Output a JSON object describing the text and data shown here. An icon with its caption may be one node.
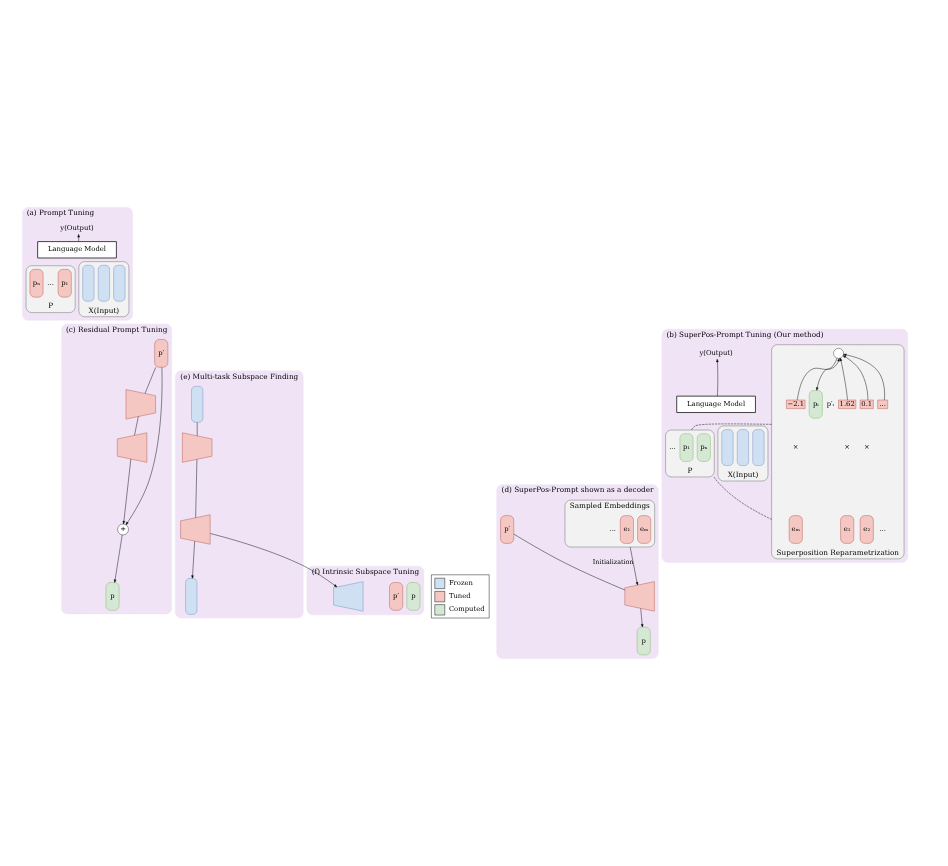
{
  "diagram": {
    "nodes": [
      {
        "text": [
          "(a) Prompt Tuning"
        ]
      },
      {
        "text": [
          "y(Output)"
        ],
        "in": 0
      },
      {
        "text": [
          "Language Model"
        ],
        "in": 0
      },
      {
        "text": [
          "P"
        ],
        "in": 0
      },
      {
        "text": [
          "p₁"
        ],
        "in": 3
      },
      {
        "text": [
          "pₙ"
        ],
        "in": 3
      },
      {
        "text": [
          "X(Input)"
        ],
        "in": 0
      },
      {
        "text": [],
        "shape": "bar",
        "in": 6
      },
      {
        "text": [],
        "shape": "bar",
        "in": 6
      },
      {
        "text": [],
        "shape": "bar",
        "in": 6
      },
      {
        "text": [
          "(b) SuperPos-Prompt Tuning (Our method)"
        ]
      },
      {
        "text": [
          "Superposition Reparametrization"
        ],
        "in": 10
      },
      {
        "text": [],
        "shape": "circle",
        "in": 11
      },
      {
        "text": [
          "1.62"
        ],
        "in": 11
      },
      {
        "text": [
          "0.1"
        ],
        "in": 11
      },
      {
        "text": [
          "..."
        ],
        "in": 11
      },
      {
        "text": [
          "−2.1"
        ],
        "in": 11
      },
      {
        "text": [
          "e₁"
        ],
        "in": 11
      },
      {
        "text": [
          "e₂"
        ],
        "in": 11
      },
      {
        "text": [
          "eₘ"
        ],
        "in": 11
      },
      {
        "text": [
          "pᵢ"
        ],
        "in": 11
      },
      {
        "text": [
          "y(Output)"
        ],
        "in": 10
      },
      {
        "text": [
          "Language Model"
        ],
        "in": 10
      },
      {
        "text": [
          "P"
        ],
        "in": 10
      },
      {
        "text": [
          "p₁"
        ],
        "in": 23
      },
      {
        "text": [
          "pₙ"
        ],
        "in": 23
      },
      {
        "text": [
          "X(Input)"
        ],
        "in": 10
      },
      {
        "text": [],
        "shape": "bar",
        "in": 26
      },
      {
        "text": [],
        "shape": "bar",
        "in": 26
      },
      {
        "text": [],
        "shape": "bar",
        "in": 26
      },
      {
        "text": [
          "(c) Residual Prompt Tuning"
        ]
      },
      {
        "text": [
          "p′"
        ],
        "in": 30
      },
      {
        "text": [],
        "shape": "trapezoid",
        "in": 30
      },
      {
        "text": [],
        "shape": "trapezoid",
        "in": 30
      },
      {
        "text": [
          "+"
        ],
        "in": 30
      },
      {
        "text": [
          "p"
        ],
        "in": 30
      },
      {
        "text": [
          "(d) SuperPos-Prompt shown as a decoder"
        ]
      },
      {
        "text": [
          "p′"
        ],
        "in": 36
      },
      {
        "text": [],
        "shape": "trapezoid",
        "in": 36
      },
      {
        "text": [
          "p"
        ],
        "in": 36
      },
      {
        "text": [
          "Sampled Embeddings"
        ],
        "in": 36
      },
      {
        "text": [
          "e₁"
        ],
        "in": 40
      },
      {
        "text": [
          "eₘ"
        ],
        "in": 40
      },
      {
        "text": [
          "(e) Multi-task Subspace Finding"
        ]
      },
      {
        "text": [],
        "shape": "bar",
        "in": 43
      },
      {
        "text": [],
        "shape": "trapezoid",
        "in": 43
      },
      {
        "text": [],
        "shape": "trapezoid",
        "in": 43
      },
      {
        "text": [],
        "shape": "bar",
        "in": 43
      },
      {
        "text": [
          "(f) Intrinsic Subspace Tuning"
        ]
      },
      {
        "text": [
          "p′"
        ],
        "in": 48
      },
      {
        "text": [],
        "shape": "trapezoid",
        "in": 48
      },
      {
        "text": [
          "p"
        ],
        "in": 48
      }
    ],
    "edges": [
      {
        "from": 2,
        "to": 1,
        "arrow": "to"
      },
      {
        "from": 13,
        "to": 12,
        "arrow": "to"
      },
      {
        "from": 14,
        "to": 12,
        "arrow": "to"
      },
      {
        "from": 15,
        "to": 12,
        "arrow": "to"
      },
      {
        "from": 16,
        "to": 12,
        "arrow": "to"
      },
      {
        "from": 12,
        "to": 20,
        "arrow": "to"
      },
      {
        "from": 22,
        "to": 21,
        "arrow": "to"
      },
      {
        "from": 11,
        "to": 23,
        "arrow": "none",
        "style": "dashed"
      },
      {
        "from": 11,
        "to": 23,
        "arrow": "none",
        "style": "dashed"
      },
      {
        "from": 31,
        "to": 32,
        "arrow": "none"
      },
      {
        "from": 32,
        "to": 33,
        "arrow": "none"
      },
      {
        "from": 33,
        "to": 34,
        "arrow": "to"
      },
      {
        "from": 34,
        "to": 35,
        "arrow": "to"
      },
      {
        "from": 31,
        "to": 34,
        "arrow": "to"
      },
      {
        "from": 37,
        "to": 38,
        "arrow": "none"
      },
      {
        "from": 38,
        "to": 39,
        "arrow": "to"
      },
      {
        "from": 40,
        "to": 38,
        "arrow": "to",
        "label": "Initialization"
      },
      {
        "from": 44,
        "to": 45,
        "arrow": "none"
      },
      {
        "from": 45,
        "to": 46,
        "arrow": "none"
      },
      {
        "from": 46,
        "to": 47,
        "arrow": "to"
      },
      {
        "from": 46,
        "to": 50,
        "arrow": "to"
      }
    ],
    "labels": [
      "...",
      "p′ᵢ",
      "×",
      "×",
      "×",
      "...",
      "...",
      "..."
    ],
    "legend": [
      {
        "text": "Frozen",
        "color": "#cfe0f3"
      },
      {
        "text": "Tuned",
        "color": "#f4c7c3"
      },
      {
        "text": "Computed",
        "color": "#d5e8d4"
      }
    ]
  }
}
